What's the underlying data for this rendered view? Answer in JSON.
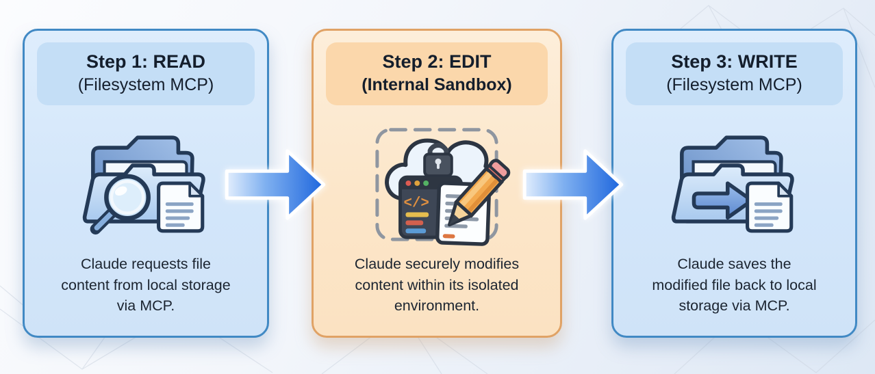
{
  "steps": [
    {
      "title": "Step 1: READ",
      "subtitle": "(Filesystem MCP)",
      "description": "Claude requests file content from local storage via MCP.",
      "icon": "folder-search-icon",
      "accent_color": "#4189c4",
      "panel_color": "#d3e6fa"
    },
    {
      "title": "Step 2: EDIT",
      "subtitle": "(Internal Sandbox)",
      "description": "Claude securely modifies content within its isolated environment.",
      "icon": "sandbox-edit-icon",
      "accent_color": "#e0a265",
      "panel_color": "#fce6c9",
      "code_glyph": "</>"
    },
    {
      "title": "Step 3: WRITE",
      "subtitle": "(Filesystem MCP)",
      "description": "Claude saves the modified file back to local storage via MCP.",
      "icon": "folder-write-icon",
      "accent_color": "#4189c4",
      "panel_color": "#d3e6fa"
    }
  ],
  "arrows": [
    {
      "name": "arrow-step1-to-step2",
      "direction": "right",
      "color": "#1e66dd"
    },
    {
      "name": "arrow-step2-to-step3",
      "direction": "right",
      "color": "#1e66dd"
    }
  ]
}
